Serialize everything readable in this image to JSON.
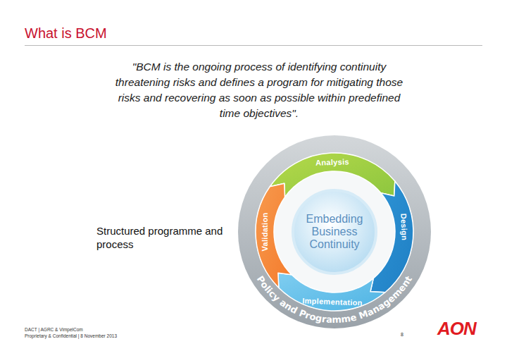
{
  "diagram": {
    "title": "What is BCM",
    "nodes": [
      {
        "text": [
          "Policy and Programme Management"
        ]
      },
      {
        "text": [
          "Analysis"
        ],
        "in": 0
      },
      {
        "text": [
          "Design"
        ],
        "in": 0
      },
      {
        "text": [
          "Implementation"
        ],
        "in": 0
      },
      {
        "text": [
          "Validation"
        ],
        "in": 0
      },
      {
        "text": [
          "Embedding Business Continuity"
        ],
        "in": 0
      }
    ],
    "labels": [
      "\"BCM is the ongoing process of identifying continuity threatening risks and defines a program for mitigating those risks and recovering as soon as possible within predefined time objectives\".",
      "Structured programme and process",
      "DACT | AGRC & VimpelCom",
      "Proprietary & Confidential | 8 November 2013",
      "8",
      "AON"
    ]
  }
}
